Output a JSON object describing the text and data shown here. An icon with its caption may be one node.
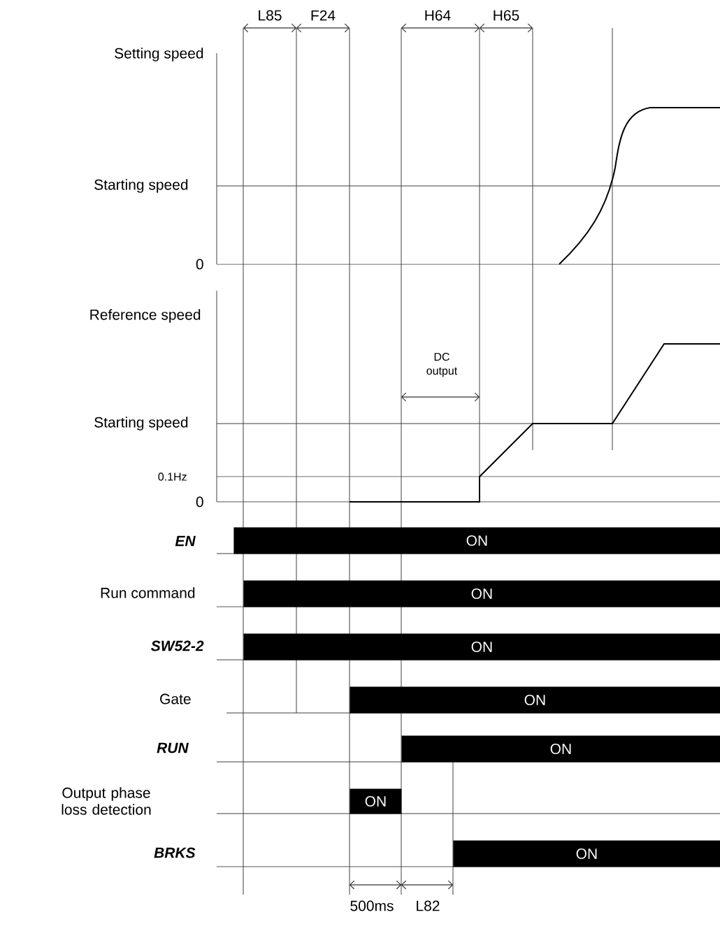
{
  "diagram": {
    "nodes": [
      {
        "text": [
          "ON"
        ]
      },
      {
        "text": [
          "ON"
        ]
      },
      {
        "text": [
          "ON"
        ]
      },
      {
        "text": [
          "ON"
        ]
      },
      {
        "text": [
          "ON"
        ]
      },
      {
        "text": [
          "ON"
        ]
      },
      {
        "text": [
          "ON"
        ]
      }
    ],
    "labels": [
      "L85",
      "F24",
      "H64",
      "H65",
      "Setting speed",
      "Starting speed",
      "0",
      "Reference speed",
      "DC output",
      "Starting speed",
      "0.1Hz",
      "0",
      "EN",
      "Run command",
      "SW52-2",
      "Gate",
      "RUN",
      "Output phase loss detection",
      "BRKS",
      "500ms",
      "L82"
    ]
  }
}
